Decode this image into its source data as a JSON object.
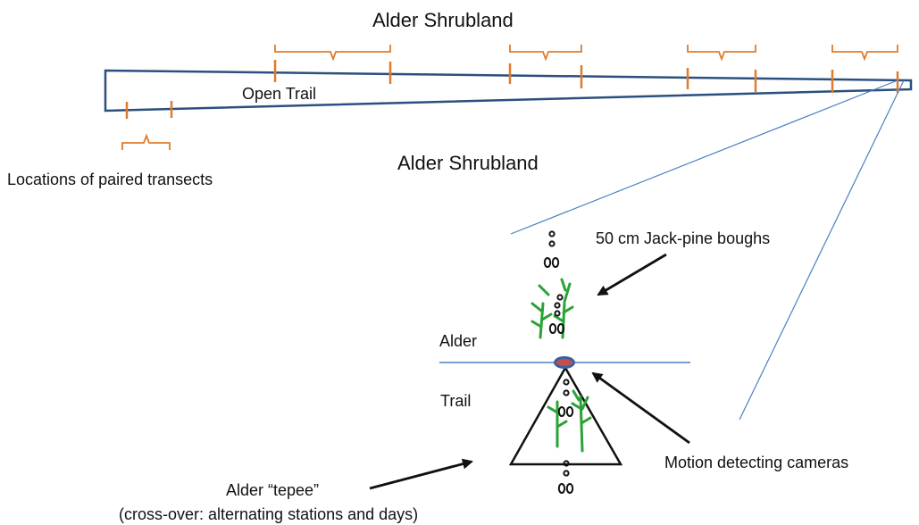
{
  "labels": {
    "top_habitat": "Alder Shrubland",
    "trail": "Open Trail",
    "bottom_habitat": "Alder Shrubland",
    "paired_transects": "Locations of paired transects",
    "boughs": "50 cm Jack-pine boughs",
    "alder": "Alder",
    "trail_side": "Trail",
    "cameras": "Motion detecting cameras",
    "tepee": "Alder “tepee”",
    "tepee_note": "(cross-over: alternating stations and days)"
  },
  "colors": {
    "trail_outline": "#2b4f7e",
    "transect_marks": "#e07b2a",
    "guide_lines": "#4a7fc1",
    "boughs": "#2aa336",
    "camera_fill": "#c0504d",
    "camera_edge": "#3b5fa0",
    "text": "#111111"
  },
  "icons": {
    "bough": "jack-pine-bough-icon",
    "camera": "camera-icon",
    "tracks": "animal-tracks-icon"
  }
}
